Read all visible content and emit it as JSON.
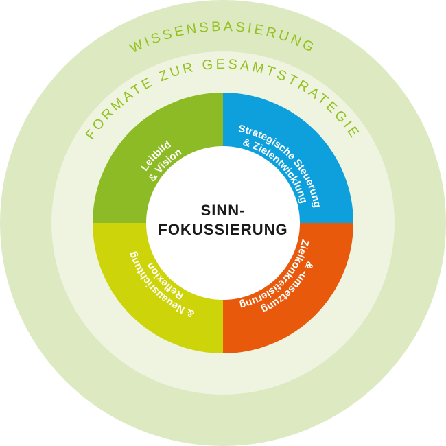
{
  "colors": {
    "outer_ring": "#dde9c0",
    "middle_ring": "#eef4e0",
    "ring_text": "#94c11f",
    "center": "#ffffff",
    "center_text": "#1a1a1a",
    "segment_text": "#ffffff"
  },
  "outer_ring": {
    "label": "WISSENSBASIERUNG"
  },
  "middle_ring": {
    "label": "FORMATE ZUR GESAMTSTRATEGIE"
  },
  "center": {
    "line1": "SINN-",
    "line2": "FOKUSSIERUNG"
  },
  "segments": [
    {
      "id": "leitbild",
      "color": "#8dbb25",
      "line1": "Leitbild",
      "line2": "& Vision"
    },
    {
      "id": "strategische",
      "color": "#0ea0dc",
      "line1": "Strategische Steuerung",
      "line2": "& Zielentwicklung"
    },
    {
      "id": "zielkonkretisierung",
      "color": "#e8590c",
      "line1": "Zielkonkretisierung",
      "line2": "& -umsetzung"
    },
    {
      "id": "reflexion",
      "color": "#cdd40a",
      "line1": "Reflexion",
      "line2": "& Neuausrichtung"
    }
  ]
}
